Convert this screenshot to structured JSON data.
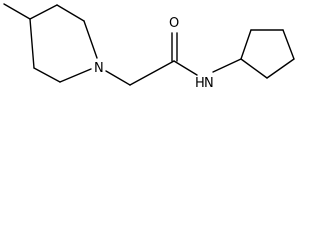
{
  "molecule": {
    "atoms": {
      "oxygen": "O",
      "ring_nitrogen": "N",
      "amide_nitrogen": "N",
      "amide_hydrogen": "H"
    },
    "colors": {
      "bond": "#000000",
      "label": "#000000",
      "background": "#ffffff"
    }
  }
}
